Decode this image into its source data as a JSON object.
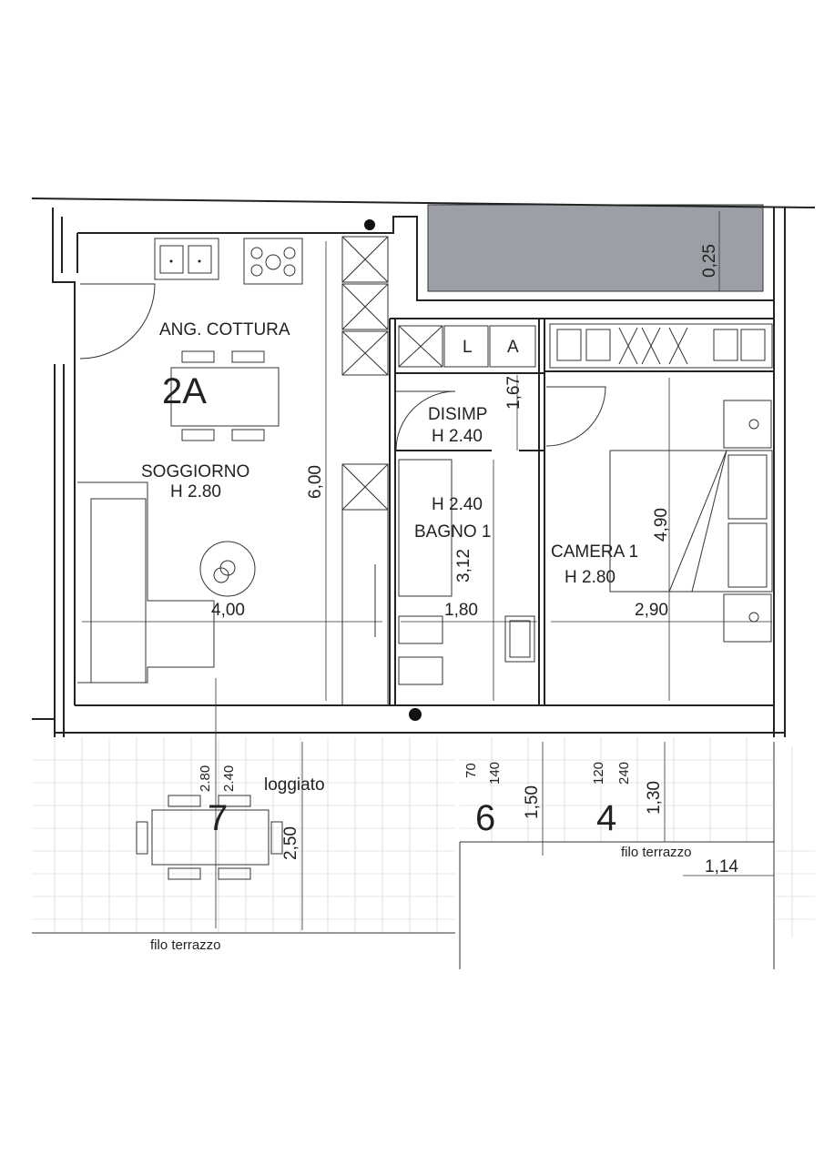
{
  "rooms": {
    "kitchen": "ANG. COTTURA",
    "unit_code": "2A",
    "living": "SOGGIORNO",
    "living_height": "H 2.80",
    "hallway": "DISIMP",
    "hallway_height": "H 2.40",
    "bath_height": "H 2.40",
    "bath": "BAGNO 1",
    "bedroom": "CAMERA  1",
    "bedroom_height": "H 2.80",
    "loggia": "loggiato"
  },
  "dimensions": {
    "top_strip": "0,25",
    "living_depth": "6,00",
    "living_width": "4,00",
    "hall_depth": "1,67",
    "bath_depth": "3,12",
    "bath_width": "1,80",
    "bed_depth": "4,90",
    "bed_width": "2,90",
    "loggia_depth": "2,50",
    "loggia_h1": "2.80",
    "loggia_h2": "2.40",
    "win6_a": "70",
    "win6_b": "140",
    "win6_depth": "1,50",
    "win4_a": "120",
    "win4_b": "240",
    "win4_depth": "1,30",
    "terrace_offset": "1,14"
  },
  "markers": {
    "loggia_table": "7",
    "window_6": "6",
    "window_4": "4"
  },
  "fixtures": {
    "wardrobe_l": "L",
    "wardrobe_a": "A"
  },
  "notes": {
    "terrace_edge_left": "filo terrazzo",
    "terrace_edge_right": "filo terrazzo"
  }
}
